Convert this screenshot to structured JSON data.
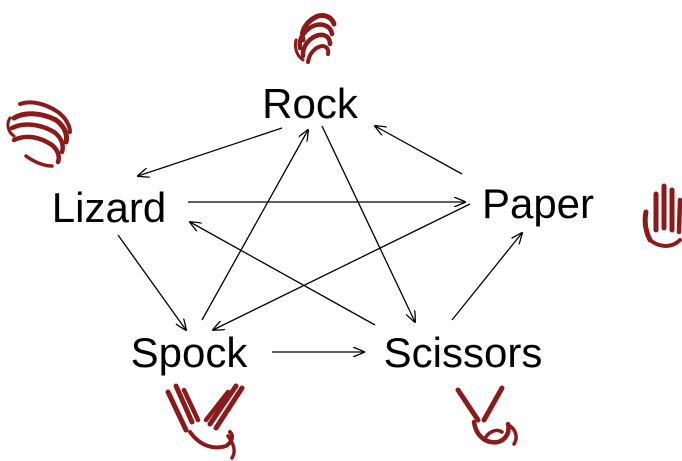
{
  "nodes": {
    "rock": "Rock",
    "paper": "Paper",
    "scissors": "Scissors",
    "spock": "Spock",
    "lizard": "Lizard"
  },
  "edges": [
    [
      "rock",
      "lizard"
    ],
    [
      "rock",
      "scissors"
    ],
    [
      "paper",
      "rock"
    ],
    [
      "paper",
      "spock"
    ],
    [
      "scissors",
      "paper"
    ],
    [
      "scissors",
      "lizard"
    ],
    [
      "lizard",
      "paper"
    ],
    [
      "lizard",
      "spock"
    ],
    [
      "spock",
      "rock"
    ],
    [
      "spock",
      "scissors"
    ]
  ],
  "colors": {
    "hand": "#8b1a1a",
    "text": "#000000",
    "arrow": "#000000"
  },
  "icons": [
    "rock-hand-icon",
    "paper-hand-icon",
    "scissors-hand-icon",
    "spock-hand-icon",
    "lizard-hand-icon"
  ]
}
